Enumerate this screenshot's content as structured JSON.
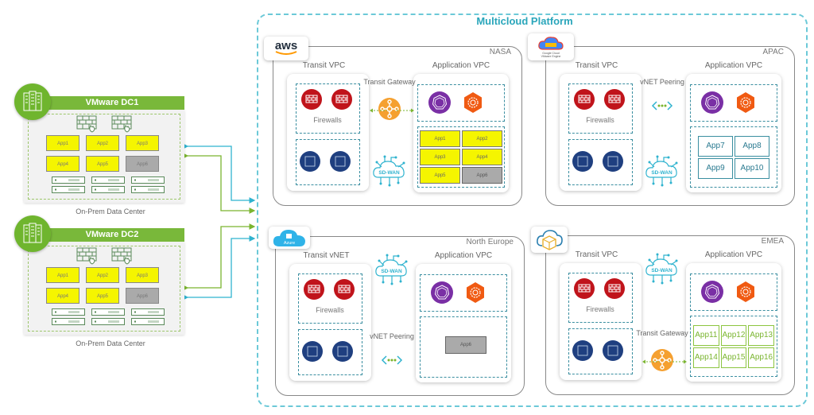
{
  "platform": {
    "title": "Multicloud Platform"
  },
  "datacenters": [
    {
      "name": "VMware DC1",
      "label": "On-Prem Data Center",
      "apps": [
        {
          "name": "App1",
          "state": "yellow"
        },
        {
          "name": "App2",
          "state": "yellow"
        },
        {
          "name": "App3",
          "state": "yellow"
        },
        {
          "name": "App4",
          "state": "yellow"
        },
        {
          "name": "App5",
          "state": "yellow"
        },
        {
          "name": "App6",
          "state": "gray"
        }
      ]
    },
    {
      "name": "VMware DC2",
      "label": "On-Prem Data Center",
      "apps": [
        {
          "name": "App1",
          "state": "yellow"
        },
        {
          "name": "App2",
          "state": "yellow"
        },
        {
          "name": "App3",
          "state": "yellow"
        },
        {
          "name": "App4",
          "state": "yellow"
        },
        {
          "name": "App5",
          "state": "yellow"
        },
        {
          "name": "App6",
          "state": "gray"
        }
      ]
    }
  ],
  "regions": [
    {
      "name": "NASA",
      "provider": "aws",
      "provider_label": "aws",
      "transit_label": "Transit VPC",
      "firewalls_label": "Firewalls",
      "app_label": "Application VPC",
      "middle_top": {
        "type": "transit-gateway",
        "label": "Transit Gateway"
      },
      "middle_bottom": {
        "type": "sd-wan",
        "label": "SD-WAN"
      },
      "apps": [
        {
          "name": "App1",
          "state": "yellow"
        },
        {
          "name": "App2",
          "state": "yellow"
        },
        {
          "name": "App3",
          "state": "yellow"
        },
        {
          "name": "App4",
          "state": "yellow"
        },
        {
          "name": "App5",
          "state": "yellow"
        },
        {
          "name": "App6",
          "state": "gray"
        }
      ]
    },
    {
      "name": "APAC",
      "provider": "google-cloud",
      "provider_label": "Google Cloud VMware Engine",
      "transit_label": "Transit VPC",
      "firewalls_label": "Firewalls",
      "app_label": "Application VPC",
      "middle_top": {
        "type": "vnet-peering",
        "label": "vNET Peering"
      },
      "middle_bottom": {
        "type": "sd-wan",
        "label": "SD-WAN"
      },
      "apps": [
        {
          "name": "App7",
          "state": "teal"
        },
        {
          "name": "App8",
          "state": "teal"
        },
        {
          "name": "App9",
          "state": "teal"
        },
        {
          "name": "App10",
          "state": "teal"
        }
      ]
    },
    {
      "name": "North Europe",
      "provider": "azure",
      "provider_label": "Azure",
      "transit_label": "Transit vNET",
      "firewalls_label": "Firewalls",
      "app_label": "Application VPC",
      "middle_top": {
        "type": "sd-wan",
        "label": "SD-WAN"
      },
      "middle_bottom": {
        "type": "vnet-peering",
        "label": "vNET Peering"
      },
      "apps": [
        {
          "name": "App6",
          "state": "gray"
        }
      ]
    },
    {
      "name": "EMEA",
      "provider": "private-cloud",
      "provider_label": "",
      "transit_label": "Transit VPC",
      "firewalls_label": "Firewalls",
      "app_label": "Application VPC",
      "middle_top": {
        "type": "sd-wan",
        "label": "SD-WAN"
      },
      "middle_bottom": {
        "type": "transit-gateway",
        "label": "Transit Gateway"
      },
      "apps": [
        {
          "name": "App11",
          "state": "green"
        },
        {
          "name": "App12",
          "state": "green"
        },
        {
          "name": "App13",
          "state": "green"
        },
        {
          "name": "App14",
          "state": "green"
        },
        {
          "name": "App15",
          "state": "green"
        },
        {
          "name": "App16",
          "state": "green"
        }
      ]
    }
  ],
  "colors": {
    "platform_border": "#6cc9d8",
    "dc_green": "#79b83a",
    "link_cyan": "#2fb3cf",
    "link_green": "#7ab52f",
    "firewall": "#c0141b",
    "vm": "#1f3f80",
    "k8s": "#7a2fa5",
    "gear": "#f05a12",
    "gateway": "#f5a030"
  }
}
